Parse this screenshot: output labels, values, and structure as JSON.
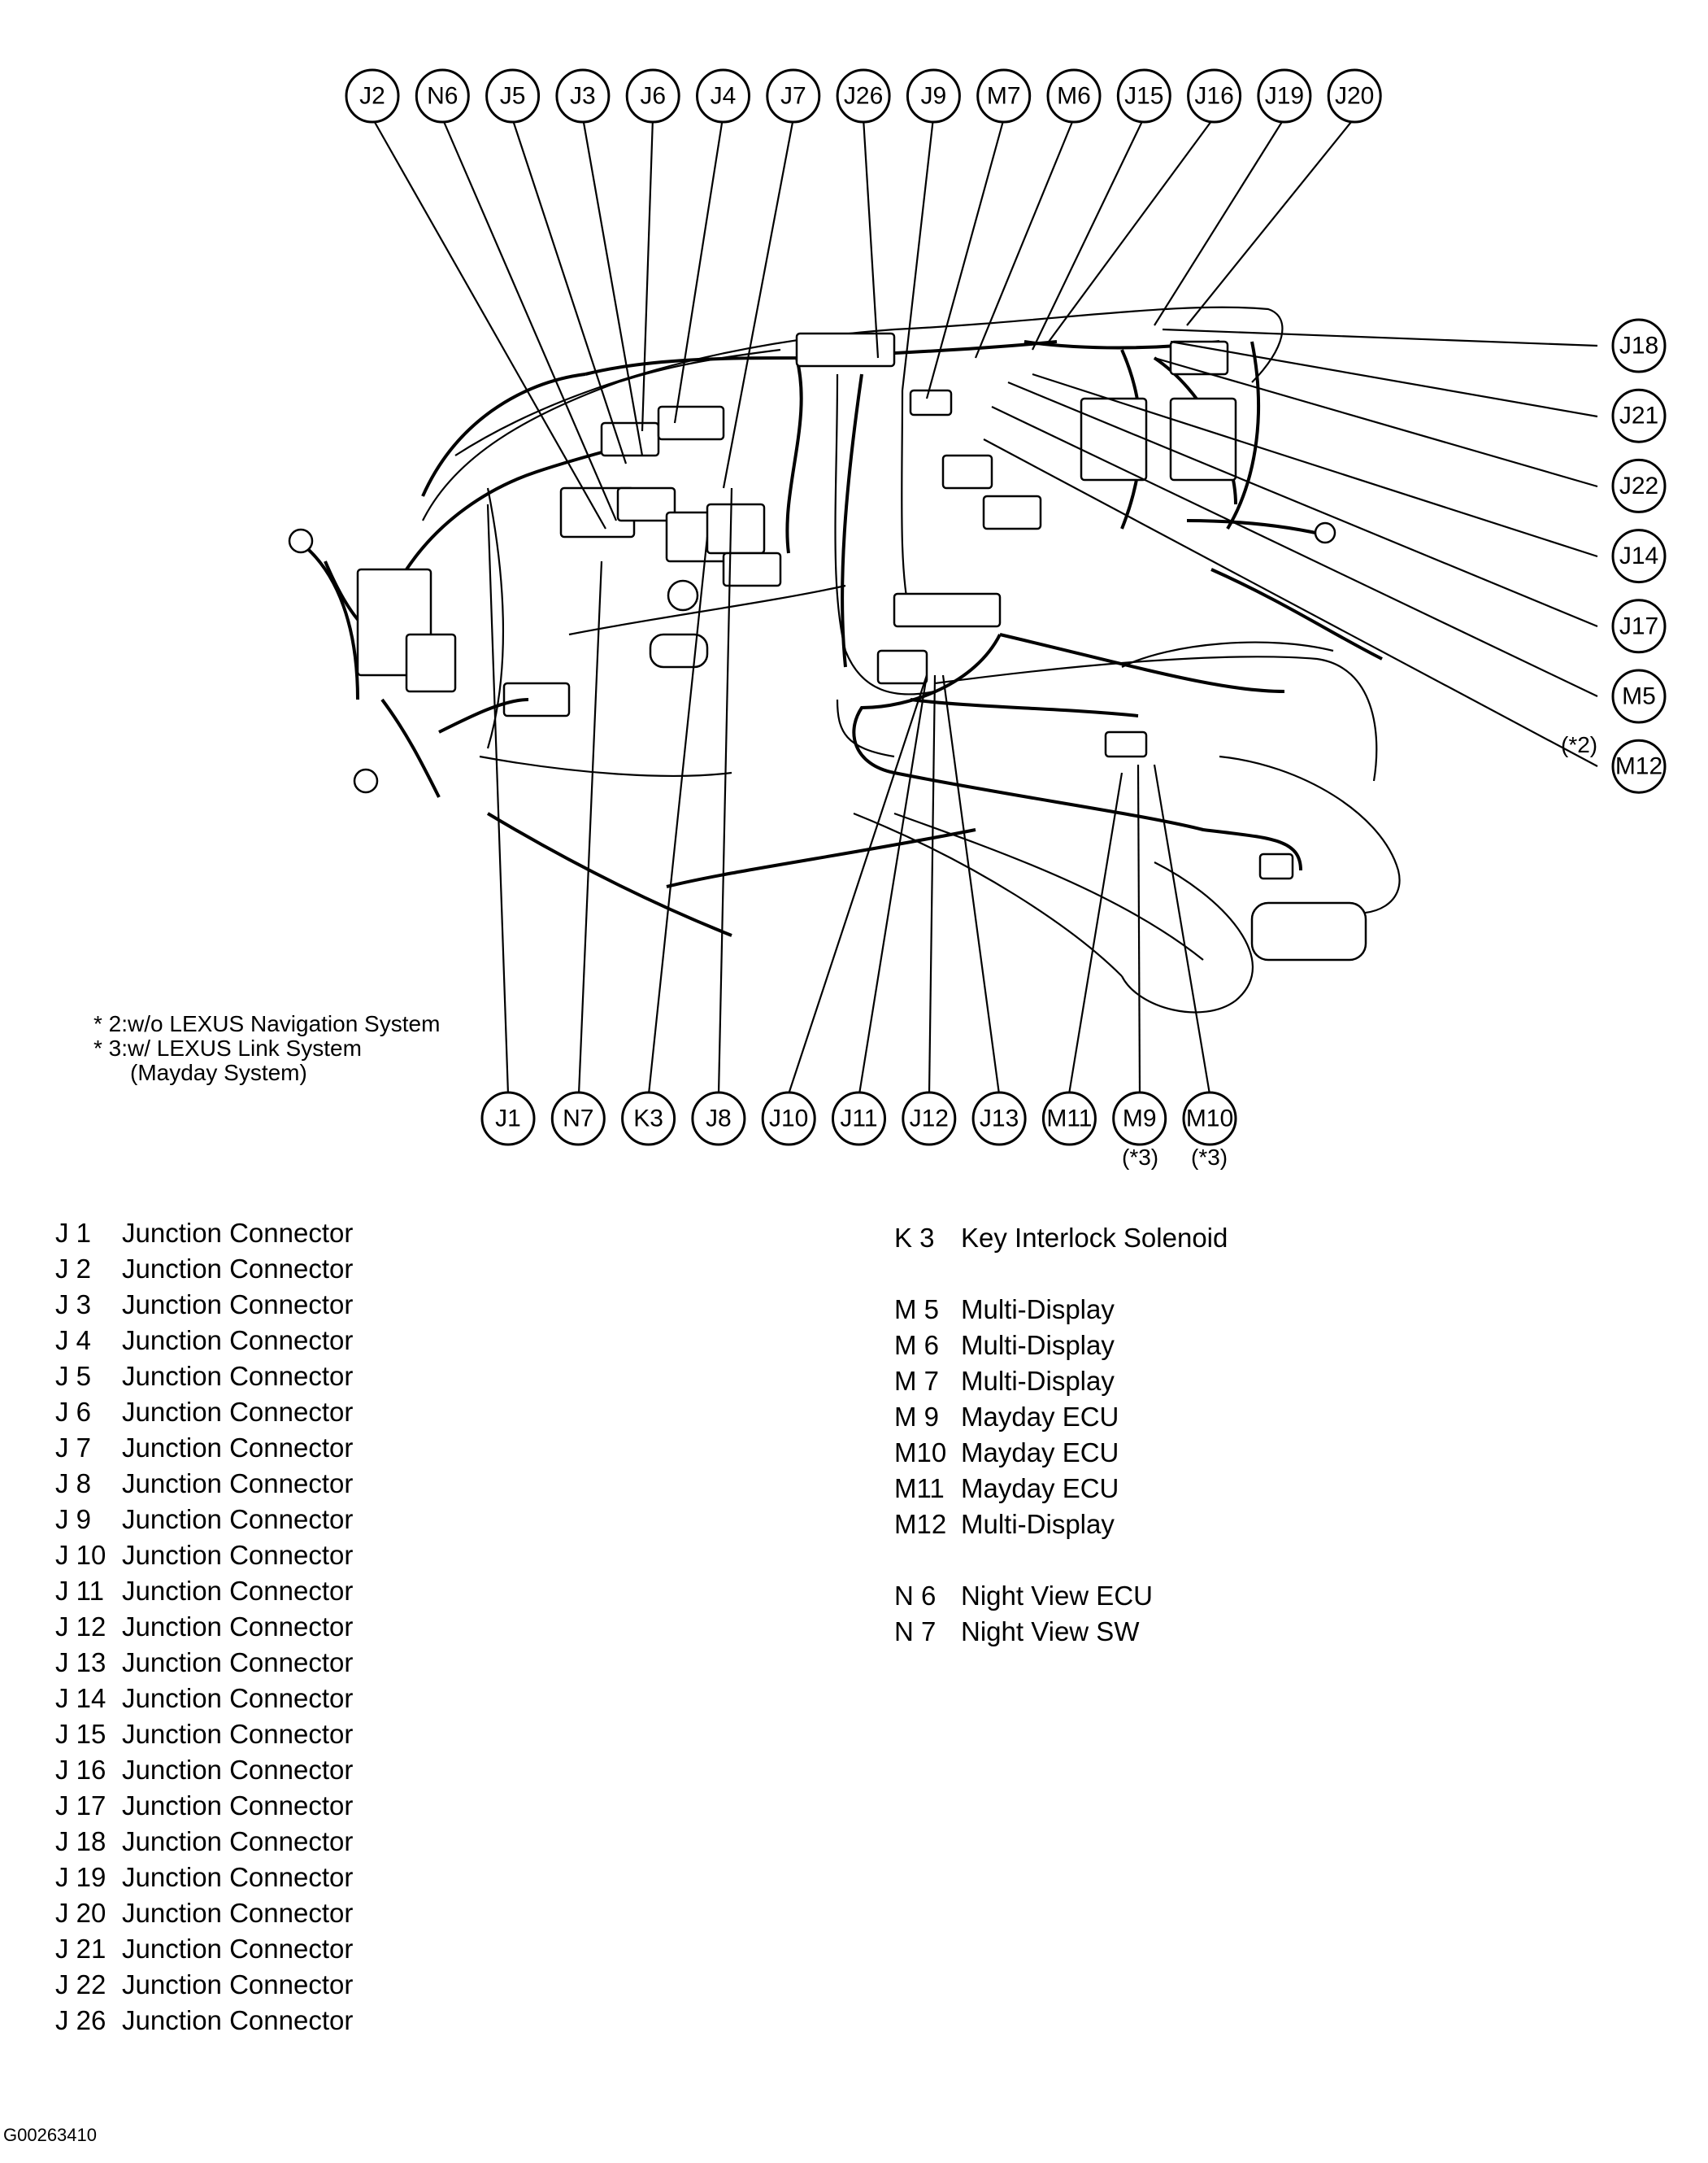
{
  "callouts_top": [
    "J2",
    "N6",
    "J5",
    "J3",
    "J6",
    "J4",
    "J7",
    "J26",
    "J9",
    "M7",
    "M6",
    "J15",
    "J16",
    "J19",
    "J20"
  ],
  "callouts_right": [
    "J18",
    "J21",
    "J22",
    "J14",
    "J17",
    "M5",
    "M12"
  ],
  "callouts_bottom": [
    "J1",
    "N7",
    "K3",
    "J8",
    "J10",
    "J11",
    "J12",
    "J13",
    "M11",
    "M9",
    "M10"
  ],
  "callout_notes": {
    "m12_note": "(*2)",
    "m9_note": "(*3)",
    "m10_note": "(*3)"
  },
  "footnotes": [
    "* 2:w/o LEXUS Navigation System",
    "* 3:w/ LEXUS Link System",
    "(Mayday System)"
  ],
  "legend_left": [
    {
      "code": "J  1",
      "name": "Junction Connector"
    },
    {
      "code": "J  2",
      "name": "Junction Connector"
    },
    {
      "code": "J  3",
      "name": "Junction Connector"
    },
    {
      "code": "J  4",
      "name": "Junction Connector"
    },
    {
      "code": "J  5",
      "name": "Junction Connector"
    },
    {
      "code": "J  6",
      "name": "Junction Connector"
    },
    {
      "code": "J  7",
      "name": "Junction Connector"
    },
    {
      "code": "J  8",
      "name": "Junction Connector"
    },
    {
      "code": "J  9",
      "name": "Junction Connector"
    },
    {
      "code": "J 10",
      "name": "Junction Connector"
    },
    {
      "code": "J 11",
      "name": "Junction Connector"
    },
    {
      "code": "J 12",
      "name": "Junction Connector"
    },
    {
      "code": "J 13",
      "name": "Junction Connector"
    },
    {
      "code": "J 14",
      "name": "Junction Connector"
    },
    {
      "code": "J 15",
      "name": "Junction Connector"
    },
    {
      "code": "J 16",
      "name": "Junction Connector"
    },
    {
      "code": "J 17",
      "name": "Junction Connector"
    },
    {
      "code": "J 18",
      "name": "Junction Connector"
    },
    {
      "code": "J 19",
      "name": "Junction Connector"
    },
    {
      "code": "J 20",
      "name": "Junction Connector"
    },
    {
      "code": "J 21",
      "name": "Junction Connector"
    },
    {
      "code": "J 22",
      "name": "Junction Connector"
    },
    {
      "code": "J 26",
      "name": "Junction Connector"
    }
  ],
  "legend_right_groups": [
    [
      {
        "code": "K  3",
        "name": "Key Interlock Solenoid"
      }
    ],
    [
      {
        "code": "M  5",
        "name": "Multi-Display"
      },
      {
        "code": "M  6",
        "name": "Multi-Display"
      },
      {
        "code": "M  7",
        "name": "Multi-Display"
      },
      {
        "code": "M  9",
        "name": "Mayday ECU"
      },
      {
        "code": "M10",
        "name": "Mayday ECU"
      },
      {
        "code": "M11",
        "name": "Mayday ECU"
      },
      {
        "code": "M12",
        "name": "Multi-Display"
      }
    ],
    [
      {
        "code": "N  6",
        "name": "Night View ECU"
      },
      {
        "code": "N  7",
        "name": "Night View SW"
      }
    ]
  ],
  "figure_id": "G00263410"
}
